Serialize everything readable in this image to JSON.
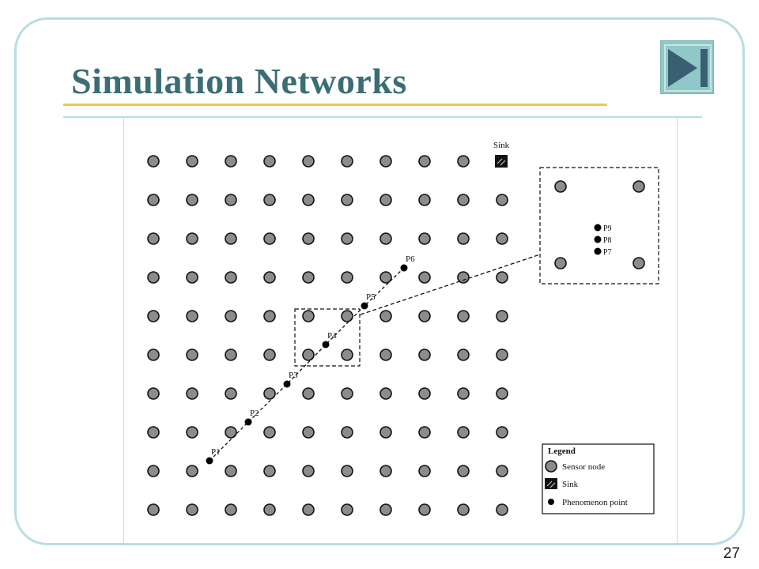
{
  "slide": {
    "title": "Simulation Networks",
    "slide_number": "27"
  },
  "diagram": {
    "grid": {
      "columns": 10,
      "rows": 10
    },
    "sink_label": "Sink",
    "phenomenon_points": [
      {
        "label": "P1"
      },
      {
        "label": "P2"
      },
      {
        "label": "P3"
      },
      {
        "label": "P4"
      },
      {
        "label": "P5"
      },
      {
        "label": "P6"
      }
    ],
    "zoom_points": [
      {
        "label": "P9"
      },
      {
        "label": "P8"
      },
      {
        "label": "P7"
      }
    ],
    "legend": {
      "title": "Legend",
      "items": [
        {
          "symbol": "sensor-node",
          "label": "Sensor node"
        },
        {
          "symbol": "sink",
          "label": "Sink"
        },
        {
          "symbol": "phenomenon-point",
          "label": "Phenomenon point"
        }
      ]
    },
    "colors": {
      "sensor_node_fill": "#8c8c8c",
      "node_outline": "#111111",
      "phenomenon": "#000000",
      "title": "#3a6e74",
      "frame": "#b8dde2",
      "title_rule": "#f3c64a",
      "nav_button": "#8fc8c6",
      "nav_icon": "#3a5f72"
    },
    "icons": {
      "nav": "skip-to-end-icon"
    }
  }
}
